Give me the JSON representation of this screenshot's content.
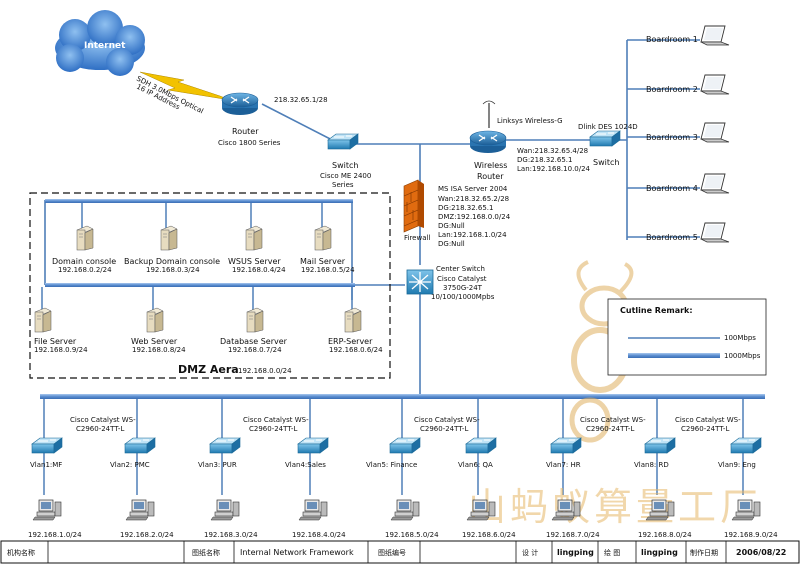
{
  "colors": {
    "switch": "#2a8fc2",
    "router": "#2a7bb8",
    "firewall": "#e06b10",
    "cloud": "#3a7fd0",
    "link": "#4f7fb8",
    "lightning": "#f2c200",
    "watermark": "#e0b060"
  },
  "internet": {
    "label": "Internet",
    "link_note_1": "SDH 3.0Mbps Optical",
    "link_note_2": "16 IP Address"
  },
  "core_router": {
    "ip": "218.32.65.1/28",
    "title": "Router",
    "model": "Cisco 1800 Series"
  },
  "ms_switch": {
    "title": "Switch",
    "model_1": "Cisco ME 2400",
    "model_2": "Series"
  },
  "wireless_router": {
    "ap_model": "Linksys Wireless-G",
    "title_1": "Wireless",
    "title_2": "Router",
    "info": [
      "Wan:218.32.65.4/28",
      "DG:218.32.65.1",
      "Lan:192.168.10.0/24"
    ]
  },
  "firewall": {
    "title": "Firewall",
    "info": [
      "MS ISA Server 2004",
      "Wan:218.32.65.2/28",
      "DG:218.32.65.1",
      "DMZ:192.168.0.0/24",
      "DG:Null",
      "Lan:192.168.1.0/24",
      "DG:Null"
    ]
  },
  "boardroom_switch": {
    "model": "Dlink DES 1024D",
    "title": "Switch"
  },
  "boardrooms": [
    "Boardroom 1",
    "Boardroom 2",
    "Boardroom 3",
    "Boardroom 4",
    "Boardroom 5"
  ],
  "center_switch": {
    "info": [
      "Center Switch",
      "Cisco Catalyst",
      "3750G-24T",
      "10/100/1000Mpbs"
    ]
  },
  "dmz": {
    "title": "DMZ Aera",
    "subnet": "192.168.0.0/24",
    "servers": [
      {
        "name": "Domain console",
        "ip": "192.168.0.2/24"
      },
      {
        "name": "Backup Domain console",
        "ip": "192.168.0.3/24"
      },
      {
        "name": "WSUS Server",
        "ip": "192.168.0.4/24"
      },
      {
        "name": "Mail Server",
        "ip": "192.168.0.5/24"
      },
      {
        "name": "File Server",
        "ip": "192.168.0.9/24"
      },
      {
        "name": "Web Server",
        "ip": "192.168.0.8/24"
      },
      {
        "name": "Database Server",
        "ip": "192.168.0.7/24"
      },
      {
        "name": "ERP-Server",
        "ip": "192.168.0.6/24"
      }
    ]
  },
  "legend": {
    "title": "Cutline Remark:",
    "thin": "100Mbps",
    "thick": "1000Mbps"
  },
  "access_switch_model": [
    "Cisco Catalyst WS-",
    "C2960-24TT-L"
  ],
  "vlans": [
    {
      "name": "Vlan1:MF",
      "ip": "192.168.1.0/24"
    },
    {
      "name": "Vlan2: PMC",
      "ip": "192.168.2.0/24"
    },
    {
      "name": "Vlan3: PUR",
      "ip": "192.168.3.0/24"
    },
    {
      "name": "Vlan4:Sales",
      "ip": "192.168.4.0/24"
    },
    {
      "name": "Vlan5: Finance",
      "ip": "192.168.5.0/24"
    },
    {
      "name": "Vlan6: QA",
      "ip": "192.168.6.0/24"
    },
    {
      "name": "Vlan7: HR",
      "ip": "192.168.7.0/24"
    },
    {
      "name": "Vlan8: RD",
      "ip": "192.168.8.0/24"
    },
    {
      "name": "Vlan9: Eng",
      "ip": "192.168.9.0/24"
    }
  ],
  "watermark": "山蚂蚁算量工厂",
  "title_block": {
    "org_label": "机构名称",
    "drawing_name_label": "图纸名称",
    "drawing_name": "Internal Network Framework",
    "drawing_no_label": "图纸编号",
    "designer_label": "设  计",
    "designer": "lingping",
    "drafter_label": "绘  图",
    "drafter": "lingping",
    "date_label": "制作日期",
    "date": "2006/08/22"
  }
}
